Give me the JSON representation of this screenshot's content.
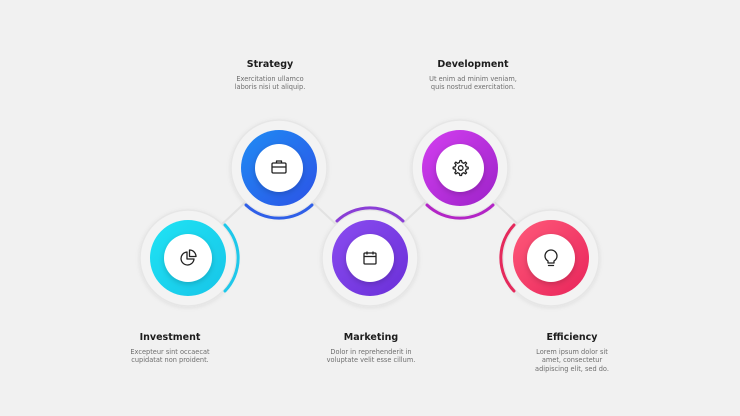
{
  "steps": [
    {
      "title": "Investment",
      "description": "Excepteur sint occaecat\ncupidatat non proident.",
      "icon": "pie-chart-icon",
      "color_start": "#1fe3f4",
      "color_end": "#17c5e8",
      "arc_color": "#1ec8ea"
    },
    {
      "title": "Strategy",
      "description": "Exercitation ullamco\nlaboris nisi ut aliquip.",
      "icon": "briefcase-icon",
      "color_start": "#1f8cf4",
      "color_end": "#2c52e6",
      "arc_color": "#2f5fe8"
    },
    {
      "title": "Marketing",
      "description": "Dolor in reprehenderit in\nvoluptate velit esse cillum.",
      "icon": "calendar-icon",
      "color_start": "#8a4cf0",
      "color_end": "#6a2fd8",
      "arc_color": "#8a3ed6"
    },
    {
      "title": "Development",
      "description": "Ut enim ad minim veniam,\nquis nostrud exercitation.",
      "icon": "gear-icon",
      "color_start": "#d33ff0",
      "color_end": "#9c22c8",
      "arc_color": "#b325c6"
    },
    {
      "title": "Efficiency",
      "description": "Lorem ipsum dolor sit\namet, consectetur\nadipiscing elit, sed do.",
      "icon": "lightbulb-icon",
      "color_start": "#ff5a7a",
      "color_end": "#e8245a",
      "arc_color": "#e52a5c"
    }
  ]
}
